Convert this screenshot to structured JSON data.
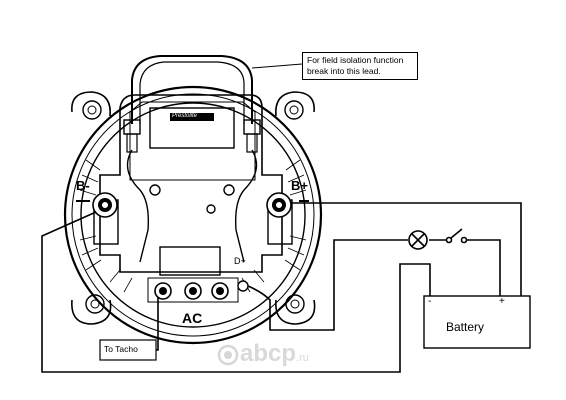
{
  "annotations": {
    "field_isolation_line1": "For field isolation function",
    "field_isolation_line2": "break into this lead."
  },
  "terminals": {
    "b_minus": "B-",
    "b_plus": "B+",
    "ac": "AC",
    "d_plus": "D+"
  },
  "battery": {
    "label": "Battery",
    "minus": "-",
    "plus": "+"
  },
  "tacho": {
    "label": "To Tacho"
  },
  "nameplate": {
    "text": "Prestolite"
  },
  "watermark": {
    "main": "abcp",
    "suffix": ".ru"
  }
}
